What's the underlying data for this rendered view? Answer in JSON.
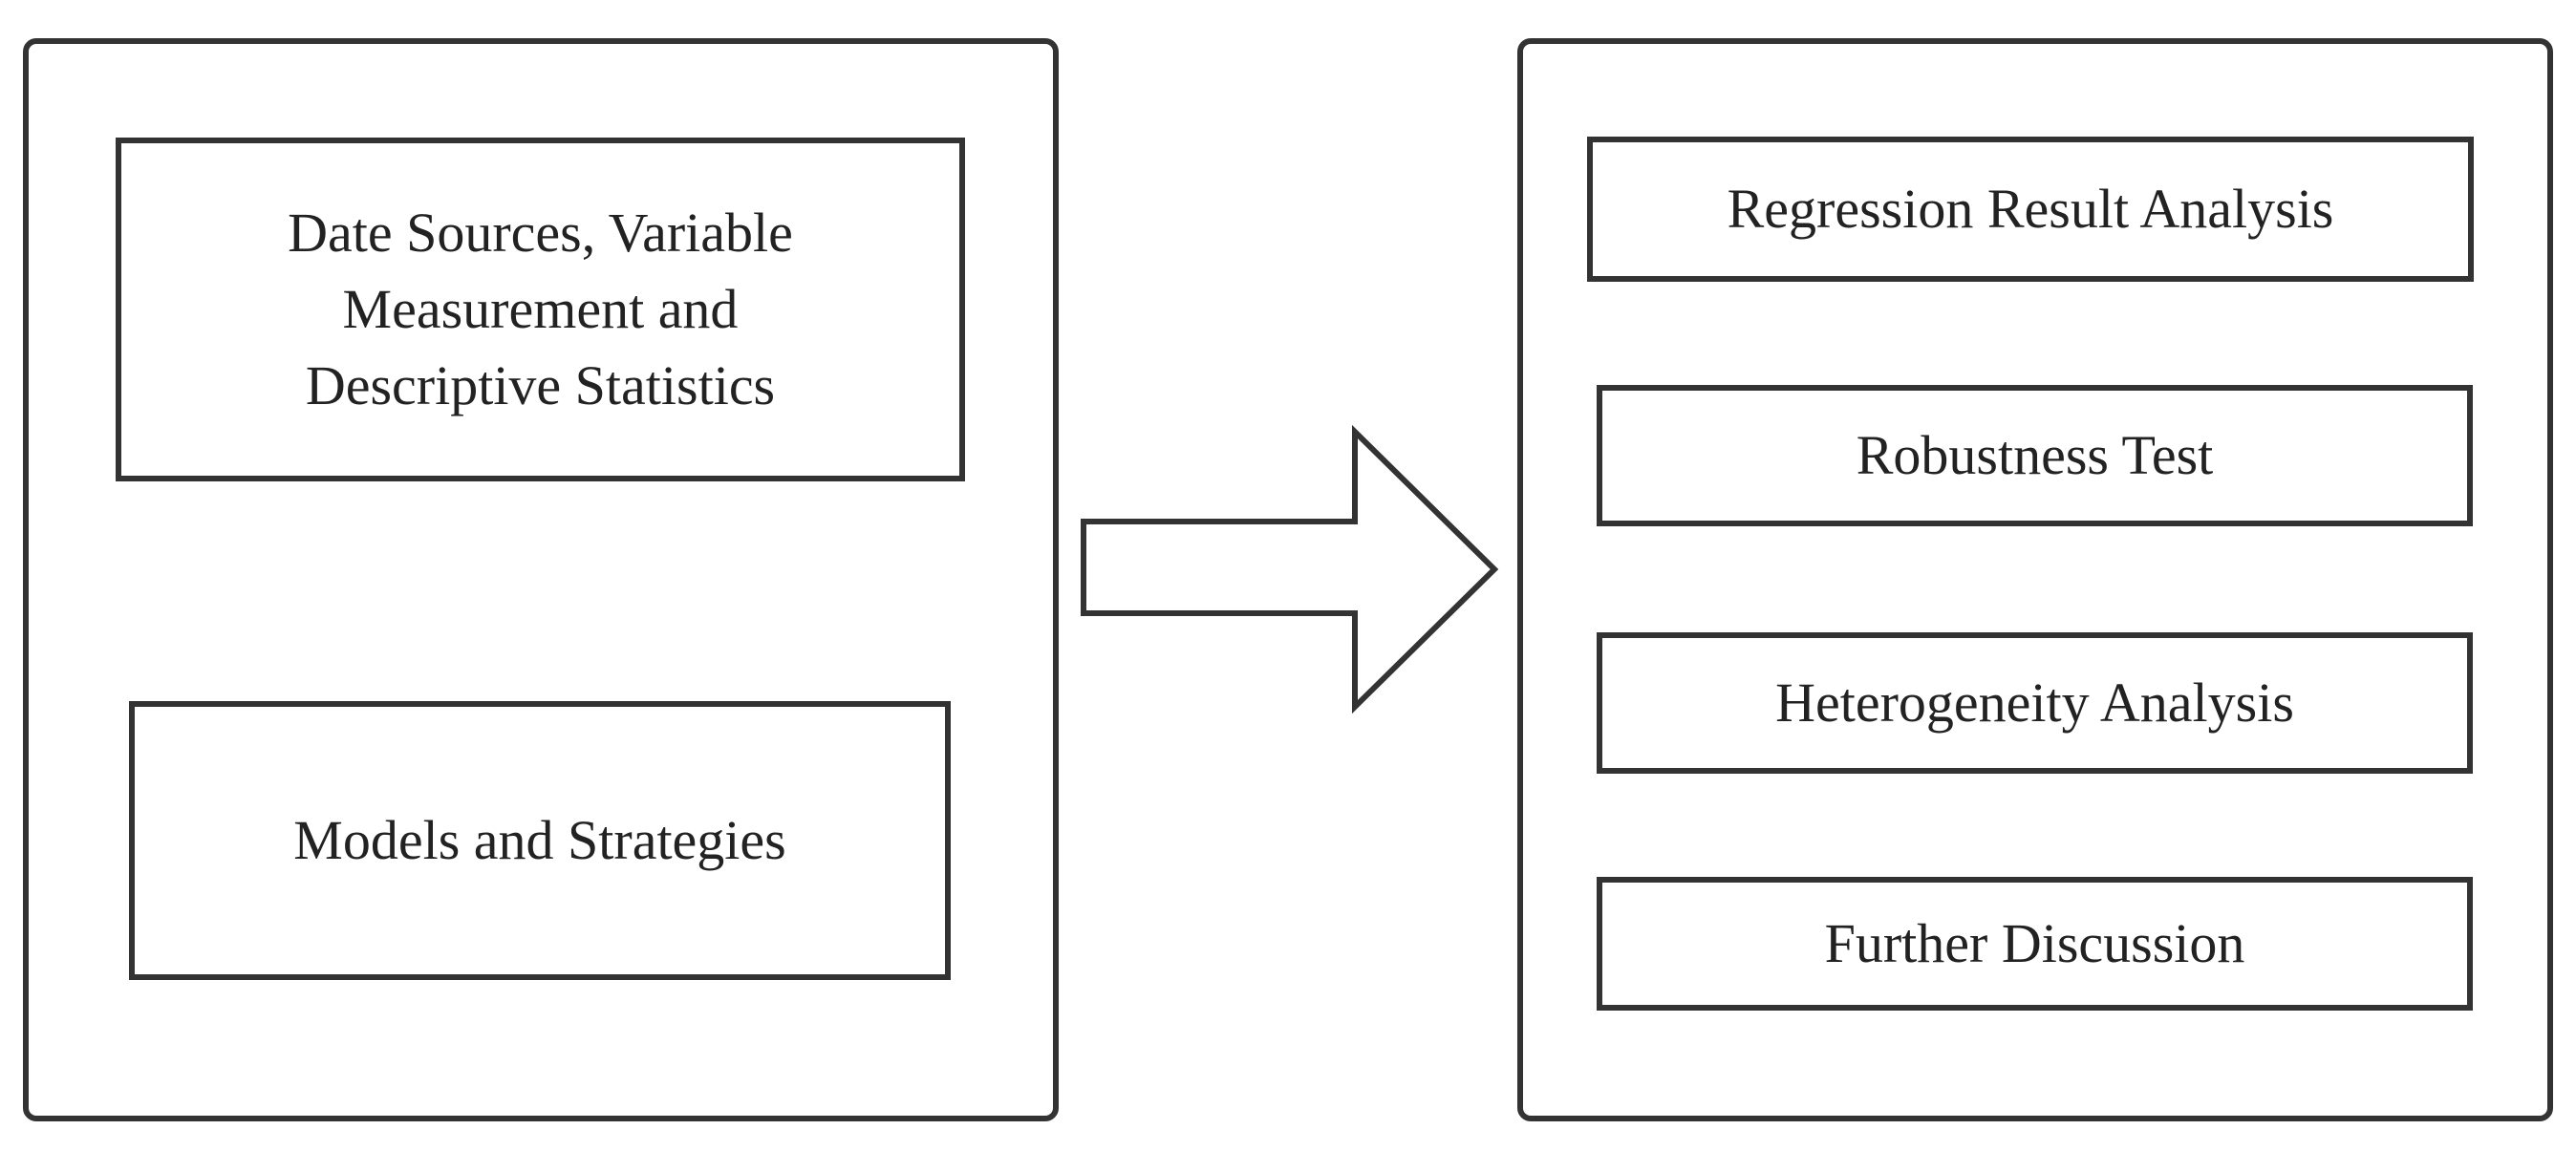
{
  "left_panel": {
    "boxes": [
      {
        "label": "Date Sources, Variable\nMeasurement and\nDescriptive Statistics"
      },
      {
        "label": "Models and Strategies"
      }
    ]
  },
  "right_panel": {
    "boxes": [
      {
        "label": "Regression Result Analysis"
      },
      {
        "label": "Robustness Test"
      },
      {
        "label": "Heterogeneity Analysis"
      },
      {
        "label": "Further Discussion"
      }
    ]
  },
  "colors": {
    "stroke": "#333333",
    "text": "#222222",
    "background": "#ffffff"
  },
  "icons": {
    "connector": "right-arrow-icon"
  }
}
